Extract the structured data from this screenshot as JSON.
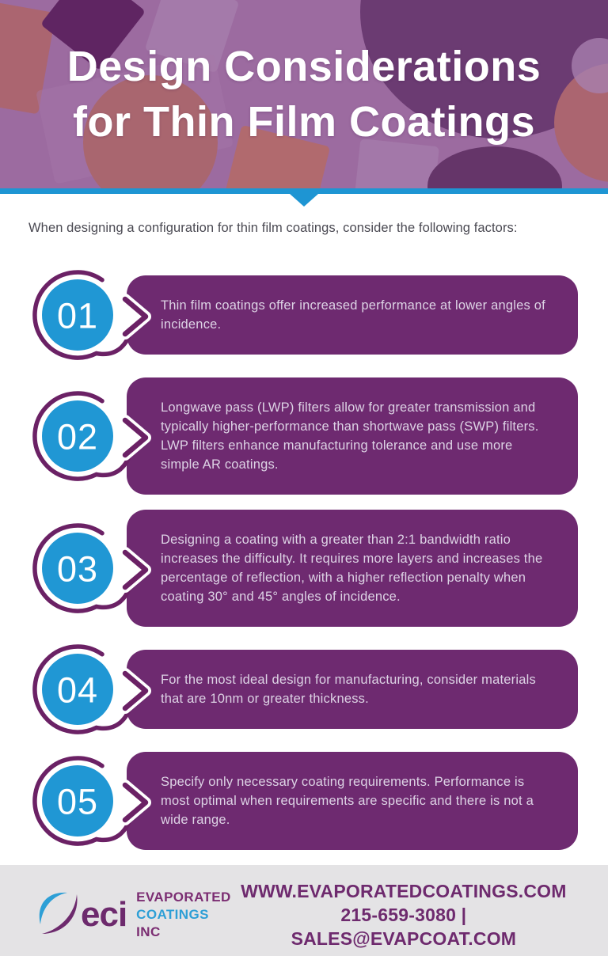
{
  "header": {
    "title_line1": "Design Considerations",
    "title_line2": "for Thin Film Coatings"
  },
  "intro": {
    "text": "When designing a configuration for thin film coatings, consider the following factors:"
  },
  "items": [
    {
      "number": "01",
      "text": "Thin film coatings offer increased performance at lower angles of incidence."
    },
    {
      "number": "02",
      "text": "Longwave pass (LWP) filters allow for greater transmission and typically higher-performance than shortwave pass (SWP) filters. LWP filters enhance manufacturing tolerance and use more simple AR coatings."
    },
    {
      "number": "03",
      "text": "Designing a coating with a greater than 2:1 bandwidth ratio increases the difficulty. It requires more layers and increases the percentage of reflection, with a higher reflection penalty when coating 30° and 45° angles of incidence."
    },
    {
      "number": "04",
      "text": "For the most ideal design for manufacturing, consider materials that are 10nm or greater thickness."
    },
    {
      "number": "05",
      "text": "Specify only necessary coating requirements. Performance is most optimal when requirements are specific and there is not a wide range."
    }
  ],
  "footer": {
    "logo_acronym": "eci",
    "logo_line1": "EVAPORATED",
    "logo_line2": "COATINGS",
    "logo_line3": "INC",
    "website": "WWW.EVAPORATEDCOATINGS.COM",
    "phone": "215-659-3080",
    "separator": "|",
    "email": "SALES@EVAPCOAT.COM"
  },
  "colors": {
    "header_background": "#9c6ba0",
    "accent_blue": "#1e95d3",
    "box_purple": "#6e2a70",
    "ring_purple": "#6b2165",
    "box_text": "#ddd3e5",
    "footer_background": "#e4e3e5",
    "footer_text_purple": "#6e2a6e",
    "footer_text_blue": "#2d9fd6"
  }
}
